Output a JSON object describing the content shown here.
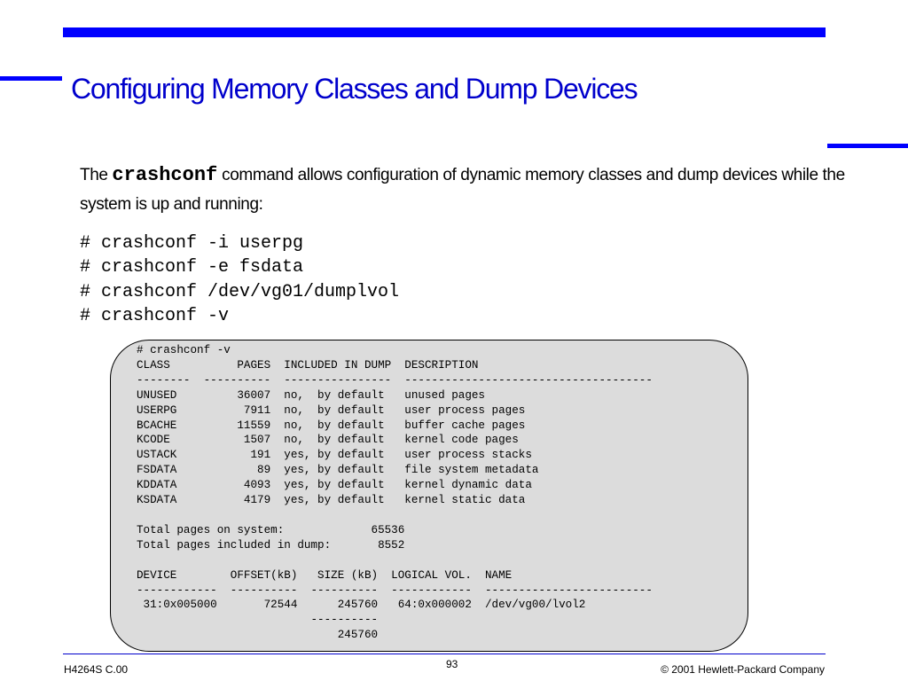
{
  "title": "Configuring Memory Classes and Dump Devices",
  "intro": {
    "prefix": "The ",
    "command": "crashconf",
    "suffix": " command allows configuration of dynamic memory classes and dump devices while the system is up and running:"
  },
  "commands": [
    "# crashconf -i userpg",
    "# crashconf -e fsdata",
    "# crashconf /dev/vg01/dumplvol",
    "# crashconf -v"
  ],
  "terminal_lines": [
    "# crashconf -v",
    "CLASS          PAGES  INCLUDED IN DUMP  DESCRIPTION",
    "--------  ----------  ----------------  -------------------------------------",
    "UNUSED         36007  no,  by default   unused pages",
    "USERPG          7911  no,  by default   user process pages",
    "BCACHE         11559  no,  by default   buffer cache pages",
    "KCODE           1507  no,  by default   kernel code pages",
    "USTACK           191  yes, by default   user process stacks",
    "FSDATA            89  yes, by default   file system metadata",
    "KDDATA          4093  yes, by default   kernel dynamic data",
    "KSDATA          4179  yes, by default   kernel static data",
    "",
    "Total pages on system:             65536",
    "Total pages included in dump:       8552",
    "",
    "DEVICE        OFFSET(kB)   SIZE (kB)  LOGICAL VOL.  NAME",
    "------------  ----------  ----------  ------------  -------------------------",
    " 31:0x005000       72544      245760   64:0x000002  /dev/vg00/lvol2",
    "                          ----------",
    "                              245760"
  ],
  "footer": {
    "left": "H4264S C.00",
    "page": "93",
    "right": "© 2001 Hewlett-Packard Company"
  },
  "colors": {
    "accent": "#0000ff",
    "title": "#0000cc",
    "terminal_bg": "#dcdcdc"
  }
}
